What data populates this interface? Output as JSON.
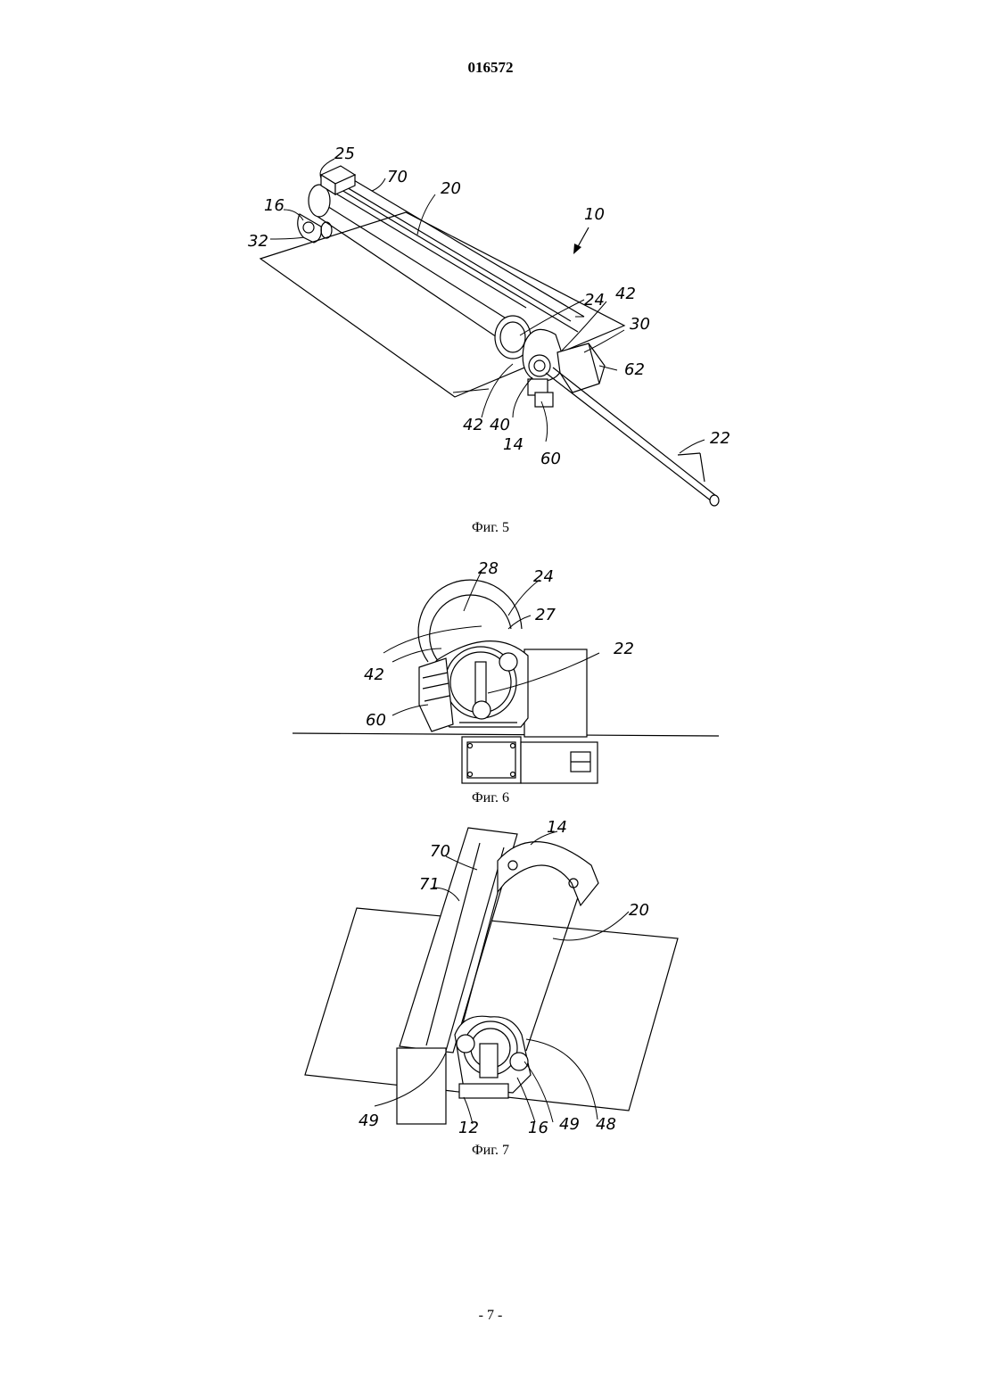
{
  "document": {
    "patent_number": "016572",
    "page_number": "- 7 -"
  },
  "figures": [
    {
      "caption": "Фиг. 5",
      "labels": [
        "25",
        "70",
        "20",
        "16",
        "32",
        "10",
        "24",
        "42",
        "30",
        "62",
        "42",
        "40",
        "14",
        "60",
        "22"
      ]
    },
    {
      "caption": "Фиг. 6",
      "labels": [
        "28",
        "24",
        "27",
        "42",
        "22",
        "60"
      ]
    },
    {
      "caption": "Фиг. 7",
      "labels": [
        "70",
        "14",
        "71",
        "20",
        "49",
        "12",
        "16",
        "49",
        "48"
      ]
    }
  ]
}
